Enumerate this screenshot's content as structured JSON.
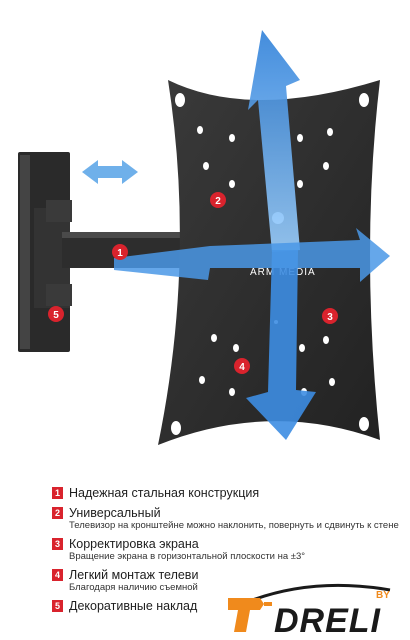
{
  "brand": {
    "plate_logo": "ARM MEDIA",
    "badge": "DRELI",
    "badge_small": "BY"
  },
  "markers": [
    "1",
    "2",
    "3",
    "4",
    "5"
  ],
  "features": [
    {
      "num": "1",
      "title": "Надежная стальная конструкция",
      "desc": ""
    },
    {
      "num": "2",
      "title": "Универсальный",
      "desc": "Телевизор на кронштейне можно наклонить, повернуть и сдвинуть к стене"
    },
    {
      "num": "3",
      "title": "Корректировка экрана",
      "desc": "Вращение экрана в горизонтальной плоскости на ±3°"
    },
    {
      "num": "4",
      "title": "Легкий монтаж телеви",
      "desc": "Благодаря наличию съемной"
    },
    {
      "num": "5",
      "title": "Декоративные наклад",
      "desc": ""
    }
  ],
  "colors": {
    "accent": "#d9232d",
    "arrow": "#3a8fe0",
    "metal": "#2b2b2b",
    "badge_orange": "#f08a1c"
  }
}
